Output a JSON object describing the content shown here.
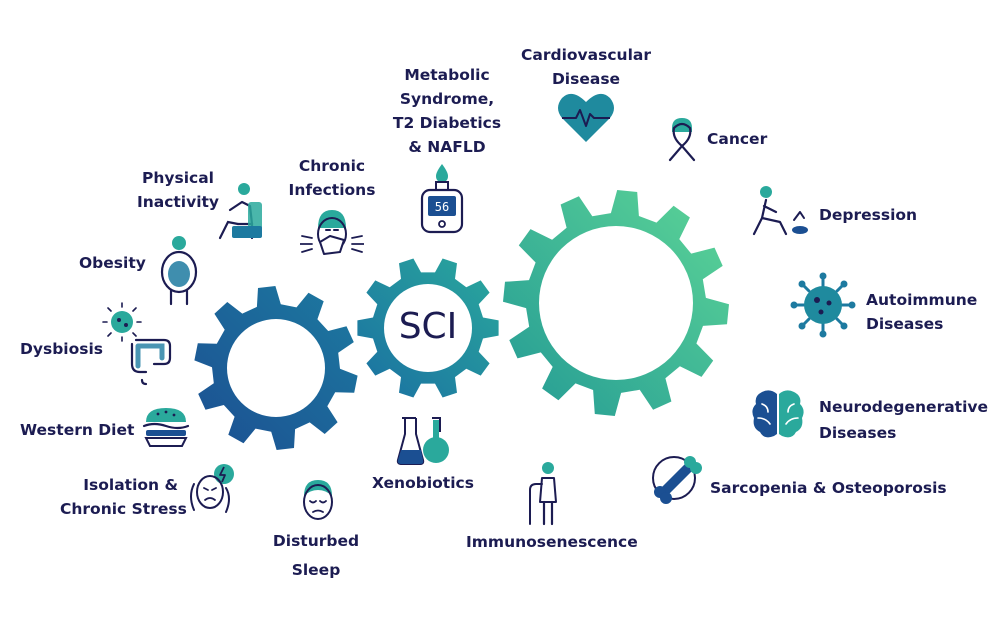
{
  "center": {
    "label": "SCI"
  },
  "colors": {
    "text": "#1c1c52",
    "gear_small": [
      "#1b4f92",
      "#1d7aa0"
    ],
    "gear_mid": [
      "#1a76a4",
      "#2aa99c"
    ],
    "gear_large": [
      "#27a494",
      "#5bd397"
    ],
    "icon_dark": "#1c1c52",
    "icon_teal": "#2aa99c"
  },
  "causes": [
    {
      "id": "physical-inactivity",
      "lines": [
        "Physical",
        "Inactivity"
      ],
      "icon": "person-in-chair-icon"
    },
    {
      "id": "chronic-infections",
      "lines": [
        "Chronic",
        "Infections"
      ],
      "icon": "sneezing-face-icon"
    },
    {
      "id": "metabolic-syndrome",
      "lines": [
        "Metabolic",
        "Syndrome,",
        "T2 Diabetics",
        "& NAFLD"
      ],
      "icon": "glucose-meter-icon",
      "meter": "56"
    },
    {
      "id": "obesity",
      "lines": [
        "Obesity"
      ],
      "icon": "obese-person-icon"
    },
    {
      "id": "dysbiosis",
      "lines": [
        "Dysbiosis"
      ],
      "icon": "intestine-microbe-icon"
    },
    {
      "id": "western-diet",
      "lines": [
        "Western Diet"
      ],
      "icon": "burger-icon"
    },
    {
      "id": "isolation-stress",
      "lines": [
        "Isolation &",
        "Chronic Stress"
      ],
      "icon": "stressed-face-icon"
    },
    {
      "id": "disturbed-sleep",
      "lines": [
        "Disturbed",
        "Sleep"
      ],
      "icon": "tired-face-icon"
    },
    {
      "id": "xenobiotics",
      "lines": [
        "Xenobiotics"
      ],
      "icon": "chemistry-flasks-icon"
    }
  ],
  "outcomes": [
    {
      "id": "cardiovascular",
      "lines": [
        "Cardiovascular",
        "Disease"
      ],
      "icon": "heart-pulse-icon"
    },
    {
      "id": "cancer",
      "lines": [
        "Cancer"
      ],
      "icon": "awareness-ribbon-icon"
    },
    {
      "id": "depression",
      "lines": [
        "Depression"
      ],
      "icon": "sad-sitting-person-icon"
    },
    {
      "id": "autoimmune",
      "lines": [
        "Autoimmune",
        "Diseases"
      ],
      "icon": "virus-icon"
    },
    {
      "id": "neurodegenerative",
      "lines": [
        "Neurodegenerative",
        "Diseases"
      ],
      "icon": "brain-icon"
    },
    {
      "id": "sarcopenia",
      "lines": [
        "Sarcopenia & Osteoporosis"
      ],
      "icon": "bone-icon"
    },
    {
      "id": "immunosenescence",
      "lines": [
        "Immunosenescence"
      ],
      "icon": "elderly-person-cane-icon"
    }
  ]
}
